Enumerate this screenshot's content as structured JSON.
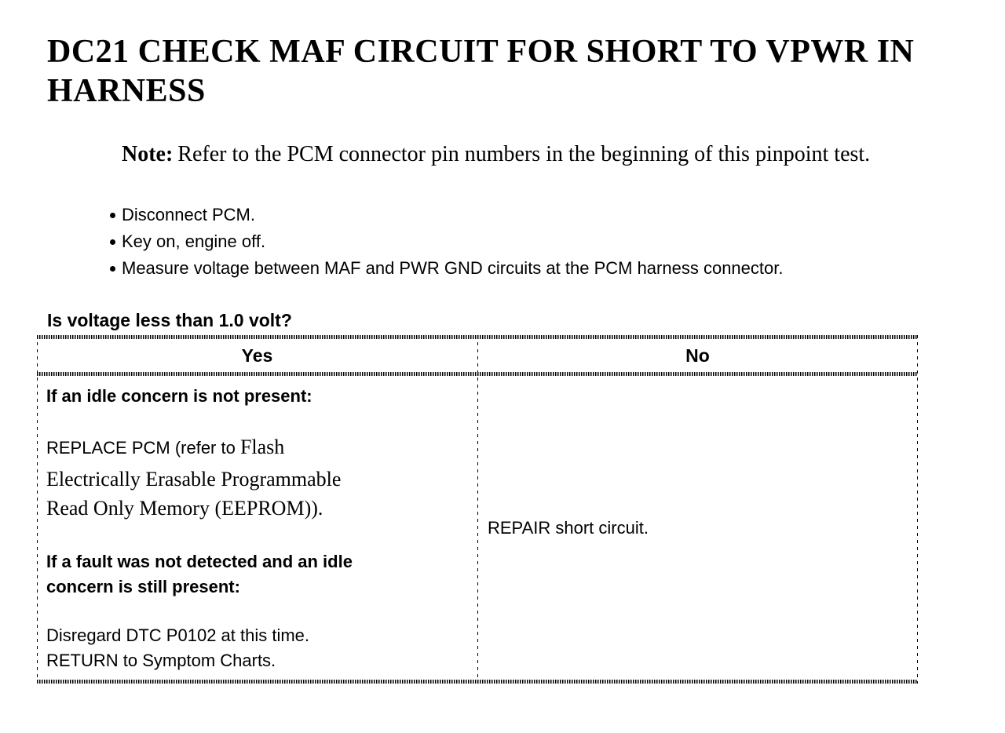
{
  "colors": {
    "text": "#000000",
    "background": "#ffffff",
    "table_border": "#000000"
  },
  "document": {
    "title": {
      "line1": "DC21 CHECK MAF CIRCUIT FOR SHORT TO VPWR IN",
      "line2": "HARNESS"
    },
    "note": {
      "label": "Note:",
      "text": "Refer to the PCM connector pin numbers in the beginning of this pinpoint test."
    },
    "steps": [
      "Disconnect PCM.",
      "Key on, engine off.",
      "Measure voltage between MAF and PWR GND circuits at the PCM harness connector."
    ],
    "question": "Is voltage less than 1.0 volt?",
    "result_table": {
      "headers": {
        "yes": "Yes",
        "no": "No"
      },
      "yes_cell": {
        "condition1": "If an idle concern is not present:",
        "action1": {
          "line1_sans": "REPLACE PCM (refer to ",
          "line1_serif": "Flash",
          "line2": "Electrically Erasable Programmable",
          "line3": "Read Only Memory (EEPROM))."
        },
        "condition2": {
          "line1": "If a fault was not detected and an idle",
          "line2": "concern is still present:"
        },
        "action2": {
          "line1": "Disregard DTC P0102 at this time.",
          "line2": "RETURN to Symptom Charts."
        }
      },
      "no_cell": "REPAIR short circuit."
    }
  }
}
